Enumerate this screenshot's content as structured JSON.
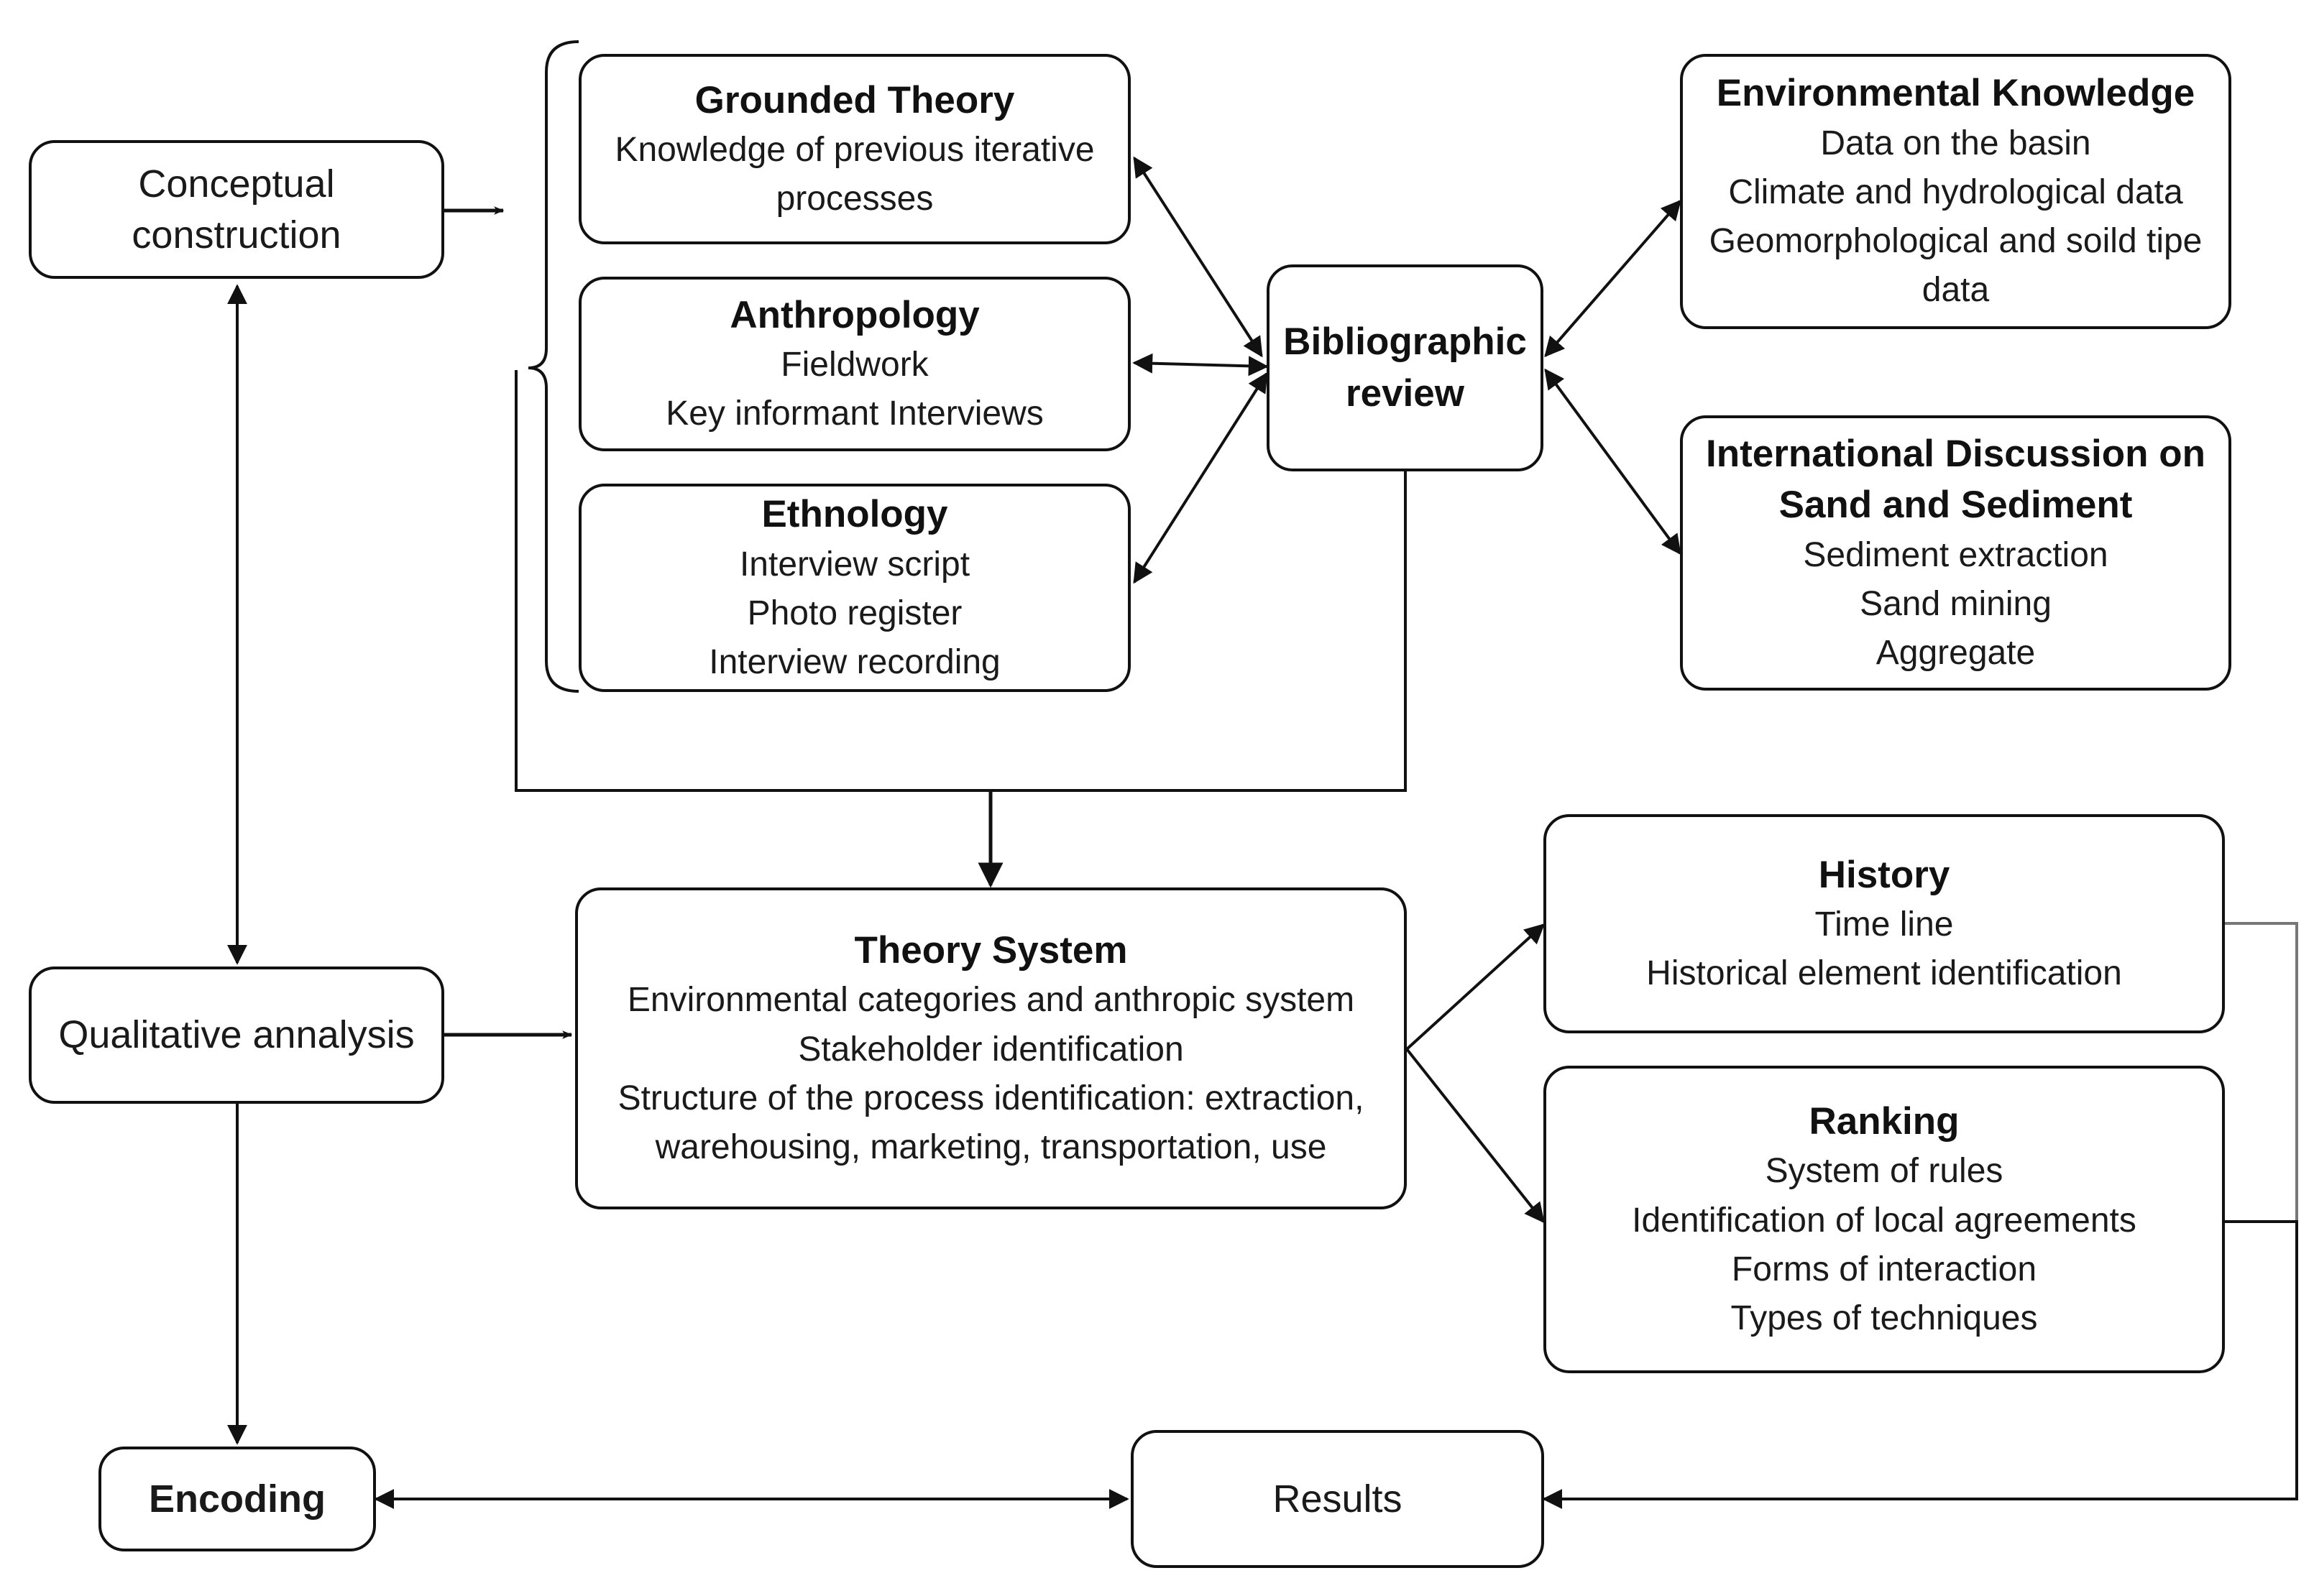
{
  "nodes": {
    "conceptual": {
      "lines": [
        "Conceptual",
        "construction"
      ]
    },
    "qualitative": {
      "label": "Qualitative annalysis"
    },
    "encoding": {
      "label": "Encoding"
    },
    "results": {
      "label": "Results"
    },
    "grounded": {
      "title": "Grounded Theory",
      "lines": [
        "Knowledge of previous iterative",
        "processes"
      ]
    },
    "anthropology": {
      "title": "Anthropology",
      "lines": [
        "Fieldwork",
        "Key informant Interviews"
      ]
    },
    "ethnology": {
      "title": "Ethnology",
      "lines": [
        "Interview script",
        "Photo register",
        "Interview recording"
      ]
    },
    "bibliographic": {
      "lines": [
        "Bibliographic",
        "review"
      ]
    },
    "environmental": {
      "title": "Environmental Knowledge",
      "lines": [
        "Data on the basin",
        "Climate and hydrological data",
        "Geomorphological and soild tipe",
        "data"
      ]
    },
    "international": {
      "title_lines": [
        "International Discussion on",
        "Sand and Sediment"
      ],
      "lines": [
        "Sediment extraction",
        "Sand mining",
        "Aggregate"
      ]
    },
    "theory": {
      "title": "Theory System",
      "lines": [
        "Environmental categories and anthropic system",
        "Stakeholder identification",
        "Structure of the process identification: extraction,",
        "warehousing, marketing, transportation, use"
      ]
    },
    "history": {
      "title": "History",
      "lines": [
        "Time line",
        "Historical element identification"
      ]
    },
    "ranking": {
      "title": "Ranking",
      "lines": [
        "System of rules",
        "Identification of local agreements",
        "Forms of interaction",
        "Types of techniques"
      ]
    }
  }
}
